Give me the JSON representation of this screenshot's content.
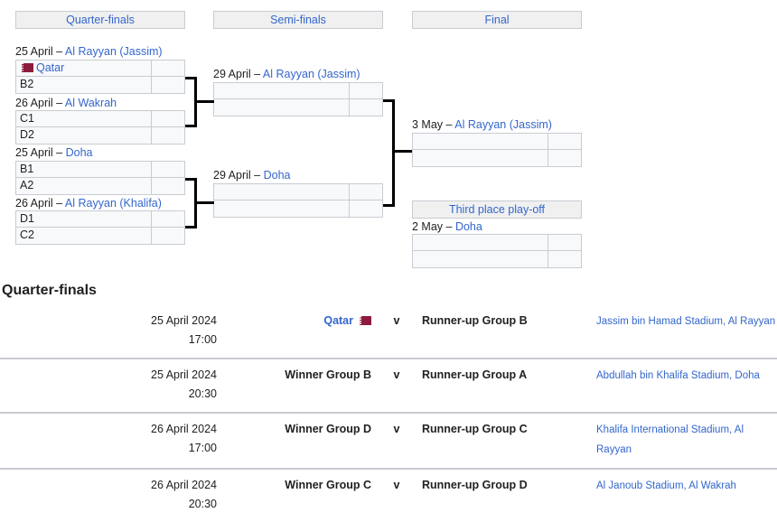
{
  "bracket": {
    "round_headers": [
      {
        "key": "quarter-finals",
        "label": "Quarter-finals"
      },
      {
        "key": "semi-finals",
        "label": "Semi-finals"
      },
      {
        "key": "final",
        "label": "Final"
      },
      {
        "key": "third-place",
        "label": "Third place play-off"
      }
    ],
    "matches": [
      {
        "id": "qf1",
        "date": "25 April",
        "dash": " – ",
        "venue": "Al Rayyan (Jassim)",
        "teams": [
          {
            "name": "Qatar",
            "flag": "qatar-flag",
            "score": ""
          },
          {
            "name": "B2",
            "flag": null,
            "score": ""
          }
        ]
      },
      {
        "id": "qf2",
        "date": "26 April",
        "dash": " – ",
        "venue": "Al Wakrah",
        "teams": [
          {
            "name": "C1",
            "flag": null,
            "score": ""
          },
          {
            "name": "D2",
            "flag": null,
            "score": ""
          }
        ]
      },
      {
        "id": "qf3",
        "date": "25 April",
        "dash": " – ",
        "venue": "Doha",
        "teams": [
          {
            "name": "B1",
            "flag": null,
            "score": ""
          },
          {
            "name": "A2",
            "flag": null,
            "score": ""
          }
        ]
      },
      {
        "id": "qf4",
        "date": "26 April",
        "dash": " – ",
        "venue": "Al Rayyan (Khalifa)",
        "teams": [
          {
            "name": "D1",
            "flag": null,
            "score": ""
          },
          {
            "name": "C2",
            "flag": null,
            "score": ""
          }
        ]
      },
      {
        "id": "sf1",
        "date": "29 April",
        "dash": " – ",
        "venue": "Al Rayyan (Jassim)",
        "teams": [
          {
            "name": "",
            "flag": null,
            "score": ""
          },
          {
            "name": "",
            "flag": null,
            "score": ""
          }
        ]
      },
      {
        "id": "sf2",
        "date": "29 April",
        "dash": " – ",
        "venue": "Doha",
        "teams": [
          {
            "name": "",
            "flag": null,
            "score": ""
          },
          {
            "name": "",
            "flag": null,
            "score": ""
          }
        ]
      },
      {
        "id": "final",
        "date": "3 May",
        "dash": " – ",
        "venue": "Al Rayyan (Jassim)",
        "teams": [
          {
            "name": "",
            "flag": null,
            "score": ""
          },
          {
            "name": "",
            "flag": null,
            "score": ""
          }
        ]
      },
      {
        "id": "third",
        "date": "2 May",
        "dash": " – ",
        "venue": "Doha",
        "teams": [
          {
            "name": "",
            "flag": null,
            "score": ""
          },
          {
            "name": "",
            "flag": null,
            "score": ""
          }
        ]
      }
    ]
  },
  "schedule": {
    "title": "Quarter-finals",
    "vs_label": "v",
    "rows": [
      {
        "date": "25 April 2024",
        "time": "17:00",
        "home": "Qatar",
        "home_flag": "qatar-flag",
        "home_is_link": true,
        "away": "Runner-up Group B",
        "venue": "Jassim bin Hamad Stadium, Al Rayyan"
      },
      {
        "date": "25 April 2024",
        "time": "20:30",
        "home": "Winner Group B",
        "home_flag": null,
        "home_is_link": false,
        "away": "Runner-up Group A",
        "venue": "Abdullah bin Khalifa Stadium, Doha"
      },
      {
        "date": "26 April 2024",
        "time": "17:00",
        "home": "Winner Group D",
        "home_flag": null,
        "home_is_link": false,
        "away": "Runner-up Group C",
        "venue": "Khalifa International Stadium, Al Rayyan"
      },
      {
        "date": "26 April 2024",
        "time": "20:30",
        "home": "Winner Group C",
        "home_flag": null,
        "home_is_link": false,
        "away": "Runner-up Group D",
        "venue": "Al Janoub Stadium, Al Wakrah"
      }
    ]
  },
  "colors": {
    "link": "#3366cc",
    "flag_maroon": "#8d1b3d",
    "header_bg": "#f0f0f0",
    "cell_bg": "#f8f9fa",
    "border": "#c8ccd1",
    "connector": "#000000"
  }
}
